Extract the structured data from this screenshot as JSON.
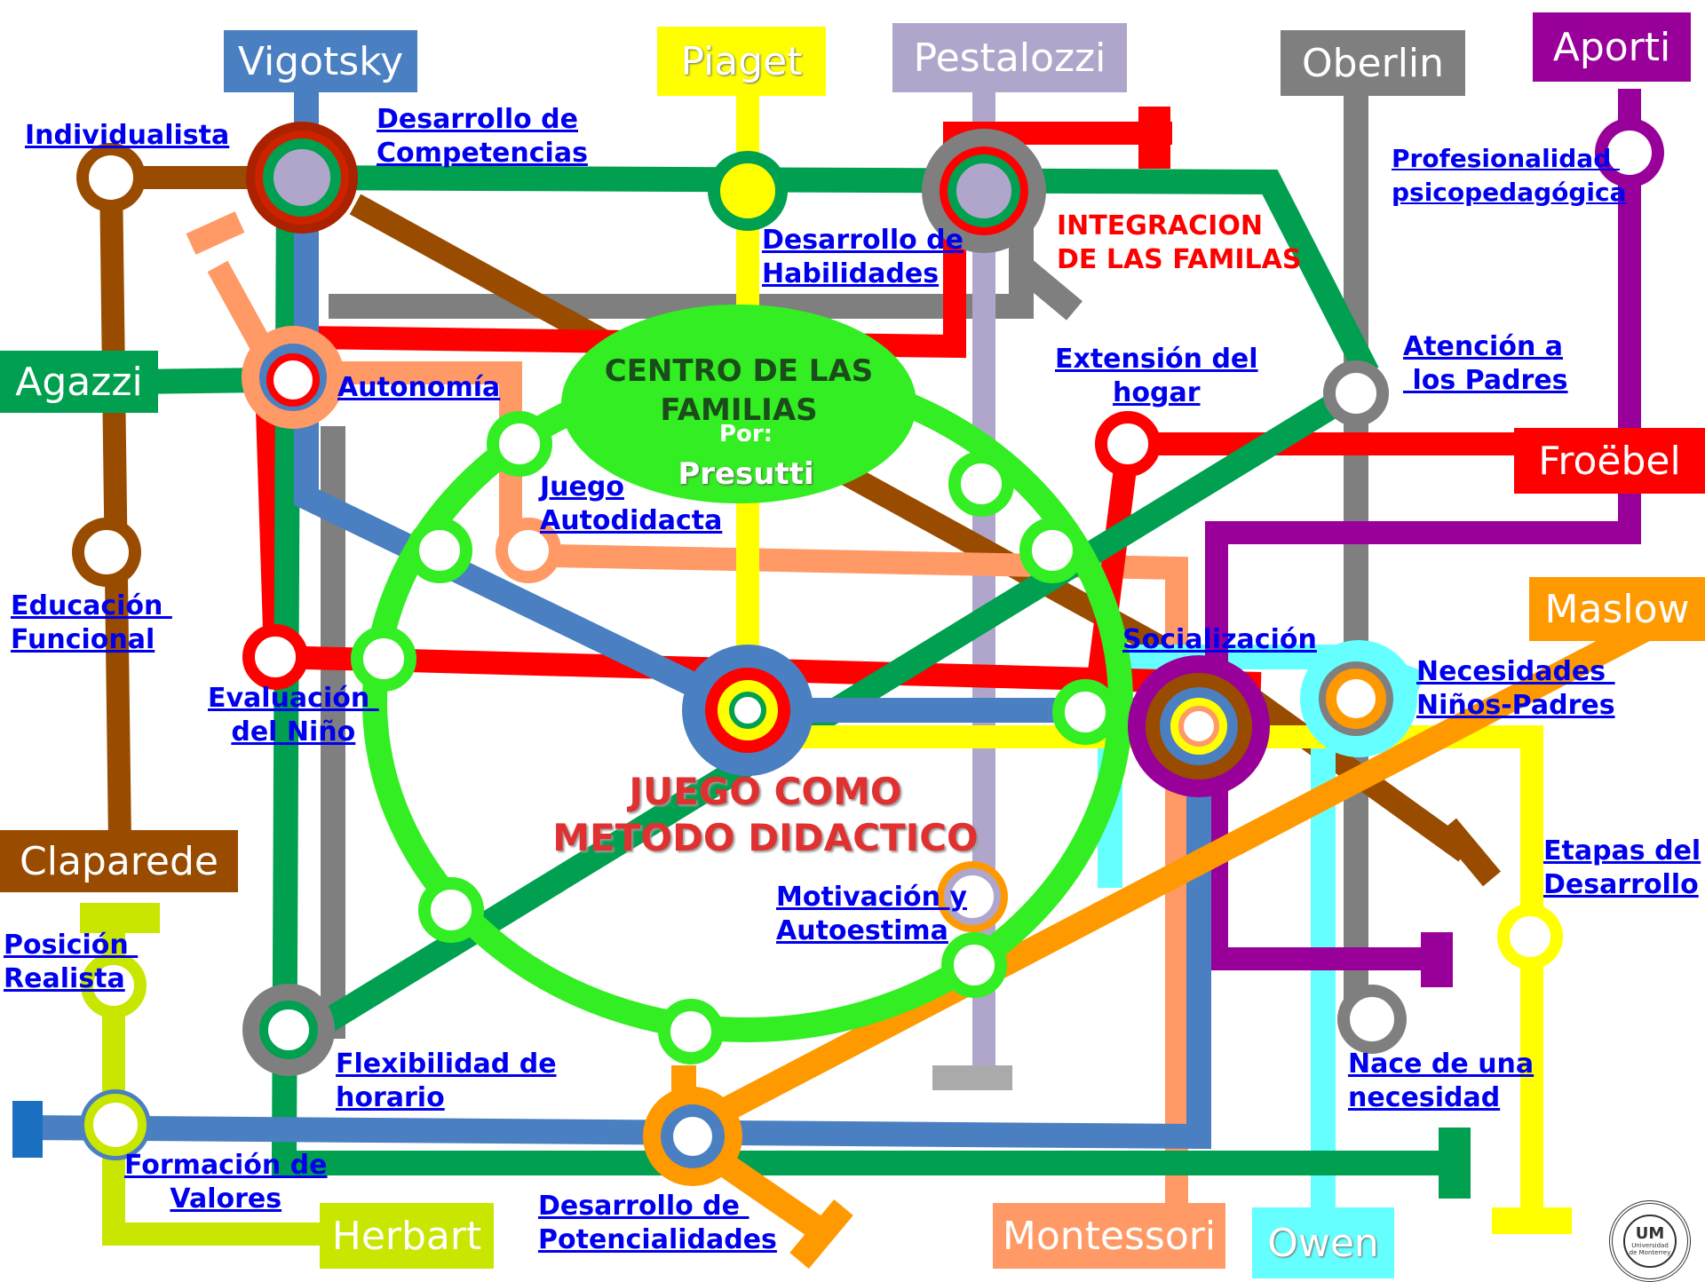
{
  "lines": {
    "vigotsky": {
      "label": "Vigotsky",
      "color": "#4a7fc1"
    },
    "piaget": {
      "label": "Piaget",
      "color": "#ffff00"
    },
    "pestalozzi": {
      "label": "Pestalozzi",
      "color": "#b0a6cc"
    },
    "oberlin": {
      "label": "Oberlin",
      "color": "#7f7f7f"
    },
    "aporti": {
      "label": "Aporti",
      "color": "#990099"
    },
    "agazzi": {
      "label": "Agazzi",
      "color": "#00a050"
    },
    "froebel": {
      "label": "Froëbel",
      "color": "#ff0000"
    },
    "maslow": {
      "label": "Maslow",
      "color": "#ff9900"
    },
    "claparede": {
      "label": "Claparede",
      "color": "#994c00"
    },
    "herbart": {
      "label": "Herbart",
      "color": "#c8e600"
    },
    "montessori": {
      "label": "Montessori",
      "color": "#ff9966"
    },
    "owen": {
      "label": "Owen",
      "color": "#66ffff"
    }
  },
  "stations": {
    "individualista": "Individualista",
    "desarrollo_competencias": "Desarrollo de\nCompetencias",
    "desarrollo_habilidades": "Desarrollo de\nHabilidades",
    "integracion": "INTEGRACION\nDE LAS FAMILAS",
    "profesionalidad": "Profesionalidad \npsicopedagógica",
    "atencion_padres": "Atención a\n los Padres",
    "extension_hogar": "Extensión del\nhogar",
    "autonomia": "Autonomía",
    "juego_autodidacta": "Juego\nAutodidacta",
    "educacion_funcional": "Educación \nFuncional",
    "evaluacion_nino": "Evaluación \ndel Niño",
    "socializacion": "Socialización",
    "necesidades": "Necesidades \nNiños-Padres",
    "etapas_desarrollo": "Etapas del\nDesarrollo",
    "motivacion": "Motivación y\nAutoestima",
    "posicion_realista": "Posición \nRealista",
    "flexibilidad": "Flexibilidad de\nhorario",
    "formacion_valores": "Formación de\nValores",
    "desarrollo_potencialidades": "Desarrollo de \nPotencialidades",
    "nace_necesidad": "Nace de una\nnecesidad"
  },
  "center": {
    "title": "CENTRO DE LAS\nFAMILIAS",
    "por": "Por:",
    "author": "Presutti"
  },
  "hub_title": "JUEGO COMO\nMETODO DIDACTICO",
  "seal": {
    "text": "Universidad de Monterrey"
  }
}
